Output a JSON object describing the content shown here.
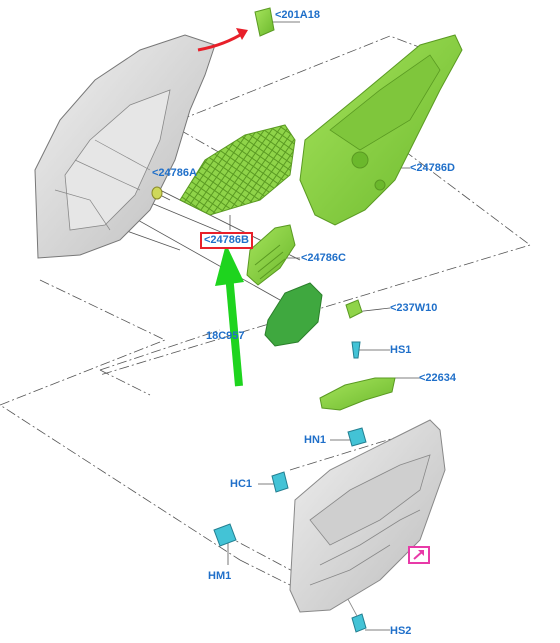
{
  "diagram": {
    "labels": {
      "l201a18": "<201A18",
      "l24786a": "<24786A",
      "l24786b": "<24786B",
      "l24786c": "<24786C",
      "l24786d": "<24786D",
      "l18c957": "18C957",
      "l237w10": "<237W10",
      "lhs1": "HS1",
      "l22634": "<22634",
      "lhn1": "HN1",
      "lhc1": "HC1",
      "lhm1": "HM1",
      "lhs2": "HS2"
    },
    "colors": {
      "label": "#1f6fc9",
      "part_fill": "#8fd449",
      "part_stroke": "#5a9a22",
      "highlight_box": "#e8202a",
      "arrow_green": "#1ed41e",
      "arrow_red": "#e8202a",
      "fastener_cyan": "#43c3d6",
      "icon_magenta": "#e83aa8",
      "panel_grey": "#d8d8d8"
    },
    "icons": {
      "external_link_icon": "arrow-box"
    }
  }
}
